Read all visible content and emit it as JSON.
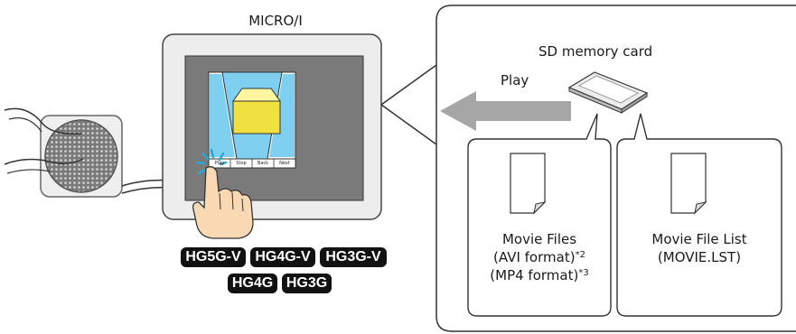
{
  "device": {
    "title": "MICRO/I"
  },
  "screen_buttons": [
    "Play",
    "Stop",
    "Back",
    "Next"
  ],
  "sd_card": {
    "label": "SD memory card"
  },
  "arrow": {
    "label": "Play"
  },
  "movie_files": {
    "line1": "Movie Files",
    "line2": "(AVI format)",
    "note2": "*2",
    "line3": "(MP4 format)",
    "note3": "*3"
  },
  "movie_list": {
    "line1": "Movie File List",
    "line2": "(MOVIE.LST)"
  },
  "models": {
    "row1": [
      "HG5G-V",
      "HG4G-V",
      "HG3G-V"
    ],
    "row2": [
      "HG4G",
      "HG3G"
    ]
  }
}
